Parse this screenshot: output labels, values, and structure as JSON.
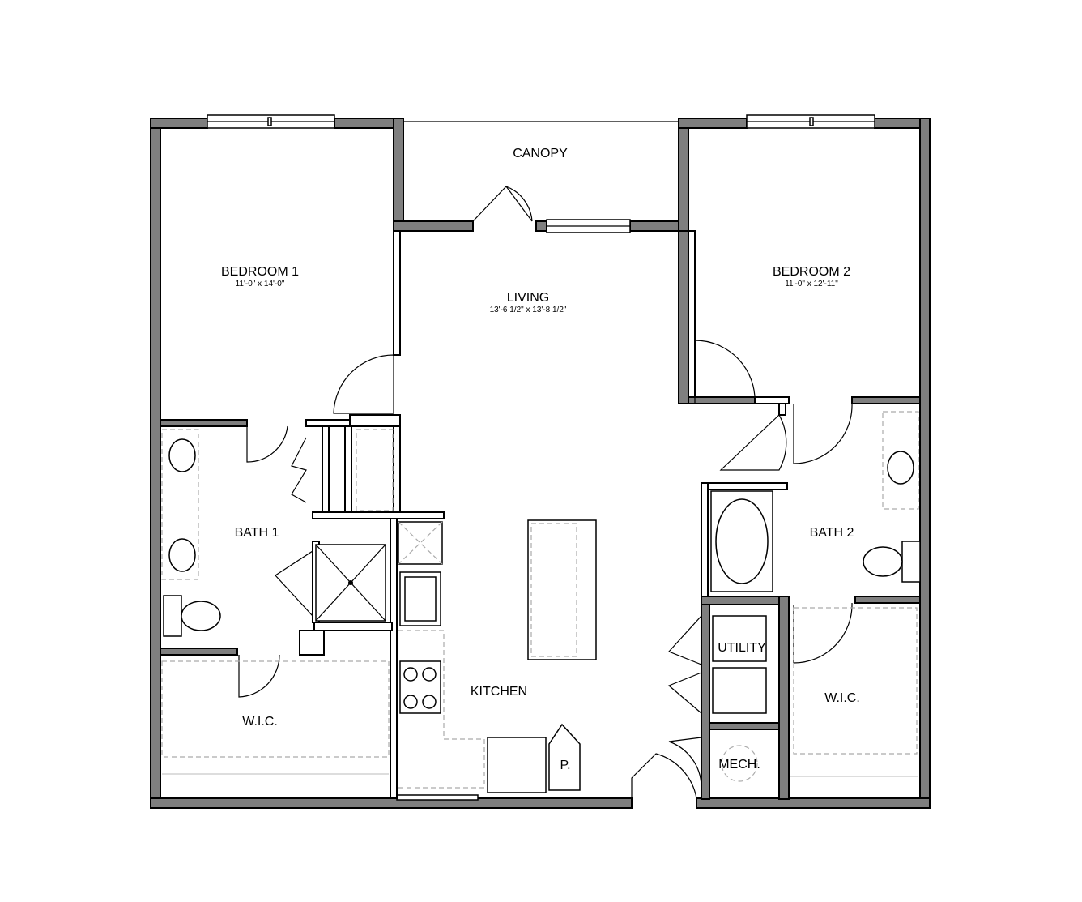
{
  "rooms": {
    "canopy": {
      "name": "CANOPY"
    },
    "bedroom1": {
      "name": "BEDROOM 1",
      "dims": "11'-0\" x 14'-0\""
    },
    "living": {
      "name": "LIVING",
      "dims": "13'-6 1/2\" x 13'-8 1/2\""
    },
    "bedroom2": {
      "name": "BEDROOM 2",
      "dims": "11'-0\" x 12'-11\""
    },
    "bath1": {
      "name": "BATH 1"
    },
    "bath2": {
      "name": "BATH 2"
    },
    "kitchen": {
      "name": "KITCHEN"
    },
    "utility": {
      "name": "UTILITY"
    },
    "wic1": {
      "name": "W.I.C."
    },
    "wic2": {
      "name": "W.I.C."
    },
    "mech": {
      "name": "MECH."
    },
    "pantry": {
      "name": "P."
    }
  },
  "colors": {
    "wall": "#7f7f7f",
    "line": "#000000",
    "fixture_dash": "#aaaaaa"
  }
}
